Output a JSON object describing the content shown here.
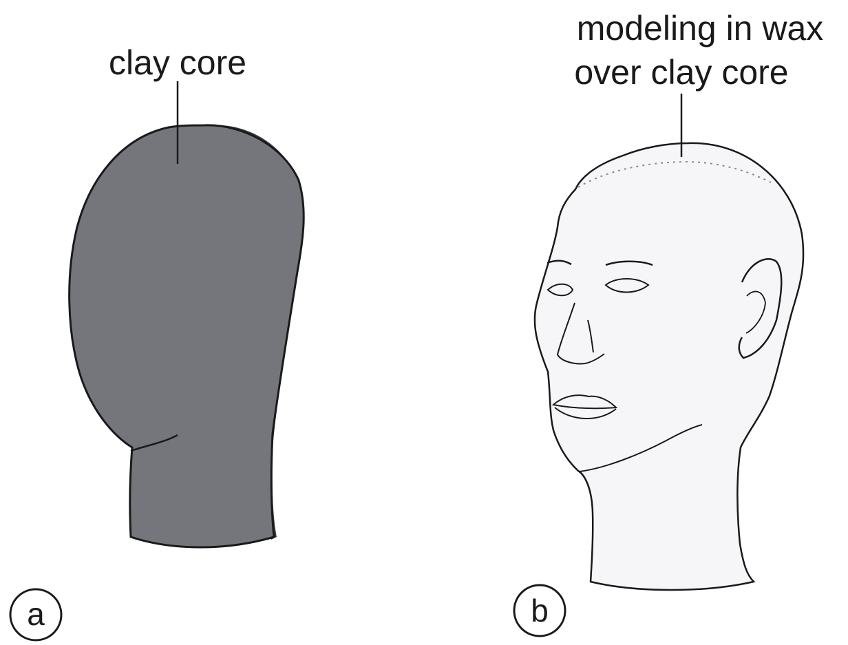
{
  "panels": [
    {
      "letter": "a",
      "label_lines": [
        "clay core"
      ],
      "head_fill": "#74767c"
    },
    {
      "letter": "b",
      "label_lines": [
        "modeling in wax",
        "over clay core"
      ],
      "head_fill": "#f6f6f8"
    }
  ],
  "colors": {
    "outline": "#1a1a1a",
    "clay_core": "#74767c",
    "wax_surface": "#f6f6f8"
  }
}
